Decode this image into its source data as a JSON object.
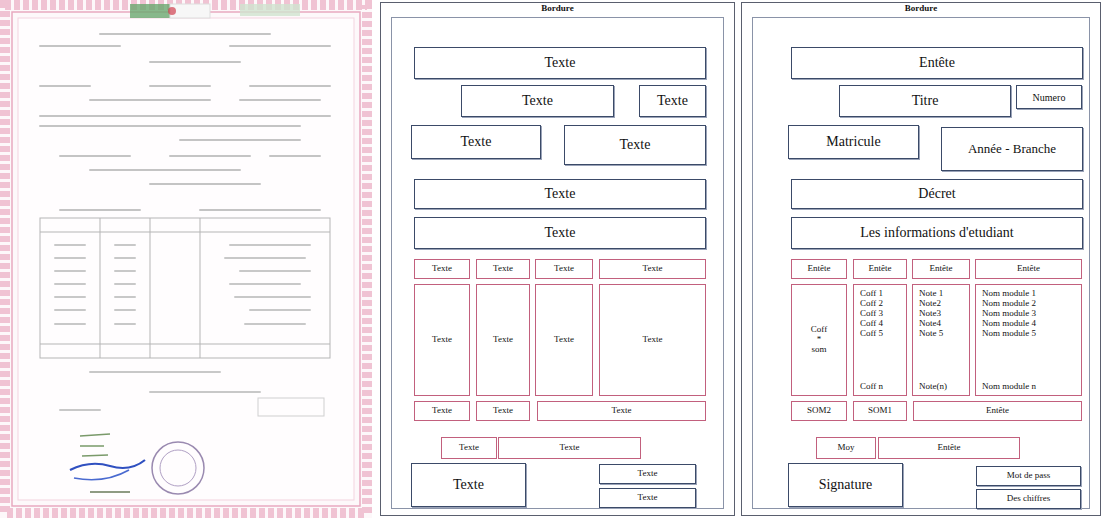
{
  "diagram": {
    "nodes": [
      {
        "text": [
          "Bordure"
        ]
      },
      {
        "text": [
          "Texte"
        ],
        "in": 0
      },
      {
        "text": [
          "Texte"
        ],
        "in": 0
      },
      {
        "text": [
          "Texte"
        ],
        "in": 0
      },
      {
        "text": [
          "Texte"
        ],
        "in": 0
      },
      {
        "text": [
          "Texte"
        ],
        "in": 0
      },
      {
        "text": [
          "Texte"
        ],
        "in": 0
      },
      {
        "text": [
          "Texte"
        ],
        "in": 0
      },
      {
        "text": [
          "Texte"
        ],
        "in": 0
      },
      {
        "text": [
          "Texte"
        ],
        "in": 0
      },
      {
        "text": [
          "Texte"
        ],
        "in": 0
      },
      {
        "text": [
          "Texte"
        ],
        "in": 0
      },
      {
        "text": [
          "Texte"
        ],
        "in": 0
      },
      {
        "text": [
          "Texte"
        ],
        "in": 0
      },
      {
        "text": [
          "Texte"
        ],
        "in": 0
      },
      {
        "text": [
          "Texte"
        ],
        "in": 0
      },
      {
        "text": [
          "Texte"
        ],
        "in": 0
      },
      {
        "text": [
          "Texte"
        ],
        "in": 0
      },
      {
        "text": [
          "Texte"
        ],
        "in": 0
      },
      {
        "text": [
          "Texte"
        ],
        "in": 0
      },
      {
        "text": [
          "Texte"
        ],
        "in": 0
      },
      {
        "text": [
          "Texte"
        ],
        "in": 0
      },
      {
        "text": [
          "Texte"
        ],
        "in": 0
      },
      {
        "text": [
          "Texte"
        ],
        "in": 0
      },
      {
        "text": [
          "Bordure"
        ]
      },
      {
        "text": [
          "Entête"
        ],
        "in": 24
      },
      {
        "text": [
          "Titre"
        ],
        "in": 24
      },
      {
        "text": [
          "Numero"
        ],
        "in": 24
      },
      {
        "text": [
          "Matricule"
        ],
        "in": 24
      },
      {
        "text": [
          "Année - Branche"
        ],
        "in": 24
      },
      {
        "text": [
          "Décret"
        ],
        "in": 24
      },
      {
        "text": [
          "Les informations d'etudiant"
        ],
        "in": 24
      },
      {
        "text": [
          "Entête"
        ],
        "in": 24
      },
      {
        "text": [
          "Entête"
        ],
        "in": 24
      },
      {
        "text": [
          "Entête"
        ],
        "in": 24
      },
      {
        "text": [
          "Entête"
        ],
        "in": 24
      },
      {
        "text": [
          "Coff",
          "*",
          "som"
        ],
        "in": 24
      },
      {
        "text": [
          "Coff 1",
          "Coff 2",
          "Coff 3",
          "Coff 4",
          "Coff 5",
          "Coff n"
        ],
        "in": 24
      },
      {
        "text": [
          "Note 1",
          "Note2",
          "Note3",
          "Note4",
          "Note 5",
          "Note(n)"
        ],
        "in": 24
      },
      {
        "text": [
          "Nom module 1",
          "Nom module 2",
          "Nom module 3",
          "Nom module 4",
          "Nom module 5",
          "Nom module n"
        ],
        "in": 24
      },
      {
        "text": [
          "SOM2"
        ],
        "in": 24
      },
      {
        "text": [
          "SOM1"
        ],
        "in": 24
      },
      {
        "text": [
          "Entête"
        ],
        "in": 24
      },
      {
        "text": [
          "Moy"
        ],
        "in": 24
      },
      {
        "text": [
          "Entête"
        ],
        "in": 24
      },
      {
        "text": [
          "Signature"
        ],
        "in": 24
      },
      {
        "text": [
          "Mot de pass"
        ],
        "in": 24
      },
      {
        "text": [
          "Des chiffres"
        ],
        "in": 24
      }
    ]
  }
}
